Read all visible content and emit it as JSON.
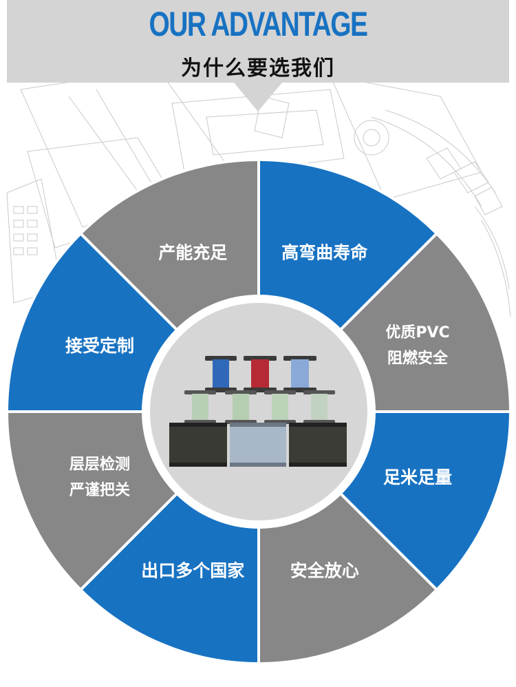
{
  "header": {
    "title": "OUR ADVANTAGE",
    "subtitle": "为什么要选我们"
  },
  "colors": {
    "blue": "#1872c2",
    "gray": "#878787",
    "banner": "#d4d4d4",
    "center": "#d6d6d6"
  },
  "segments": [
    {
      "lines": [
        "高弯曲寿命"
      ],
      "color": "blue"
    },
    {
      "lines": [
        "优质PVC",
        "阻燃安全"
      ],
      "color": "gray"
    },
    {
      "lines": [
        "足米足量"
      ],
      "color": "blue"
    },
    {
      "lines": [
        "安全放心"
      ],
      "color": "gray"
    },
    {
      "lines": [
        "出口多个国家"
      ],
      "color": "blue"
    },
    {
      "lines": [
        "层层检测",
        "严谨把关"
      ],
      "color": "gray"
    },
    {
      "lines": [
        "接受定制"
      ],
      "color": "blue"
    },
    {
      "lines": [
        "产能充足"
      ],
      "color": "gray"
    }
  ],
  "product_image": {
    "icon": "wire-spools-icon"
  }
}
